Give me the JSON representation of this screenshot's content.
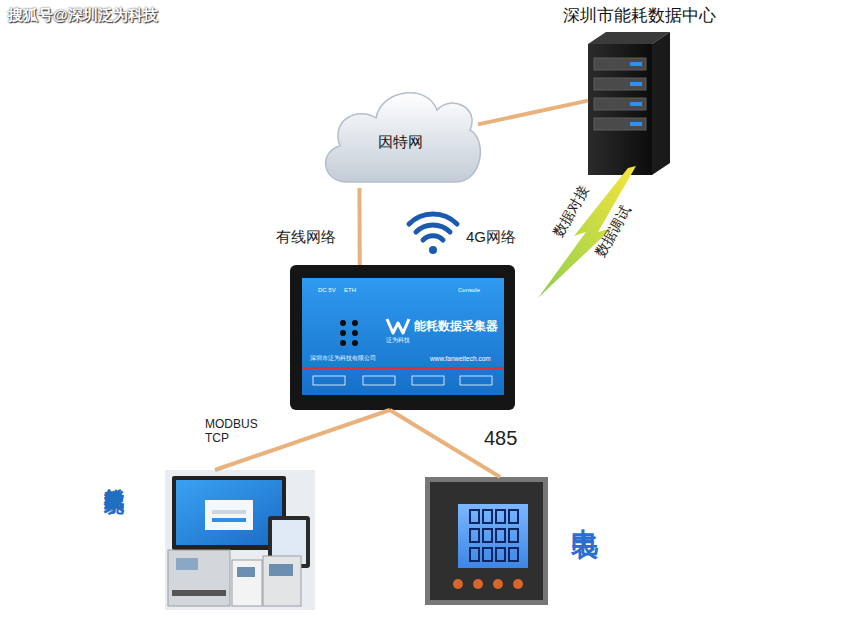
{
  "diagram": {
    "nodes": [
      {
        "text": [
          "深圳市能耗数据中心"
        ]
      },
      {
        "text": [
          "因特网"
        ]
      },
      {
        "text": [
          "DC 5V",
          "ETH",
          "Console",
          "能耗数据采集器",
          "泛为科技",
          "深圳市泛为科技有限公司",
          "www.fanweitech.com"
        ]
      },
      {
        "text": [
          "能耗集成系统"
        ]
      },
      {
        "text": [
          "电表"
        ]
      }
    ],
    "edges": [
      {
        "from": 1,
        "to": 0,
        "arrow": "none"
      },
      {
        "from": 2,
        "to": 1,
        "label": "有线网络",
        "arrow": "none"
      },
      {
        "from": 2,
        "to": 3,
        "label": "MODBUS TCP",
        "arrow": "none"
      },
      {
        "from": 2,
        "to": 4,
        "label": "485",
        "arrow": "none"
      }
    ],
    "labels": [
      "搜狐号@深圳泛为科技",
      "4G网络",
      "数据对接",
      "数据调试"
    ]
  }
}
